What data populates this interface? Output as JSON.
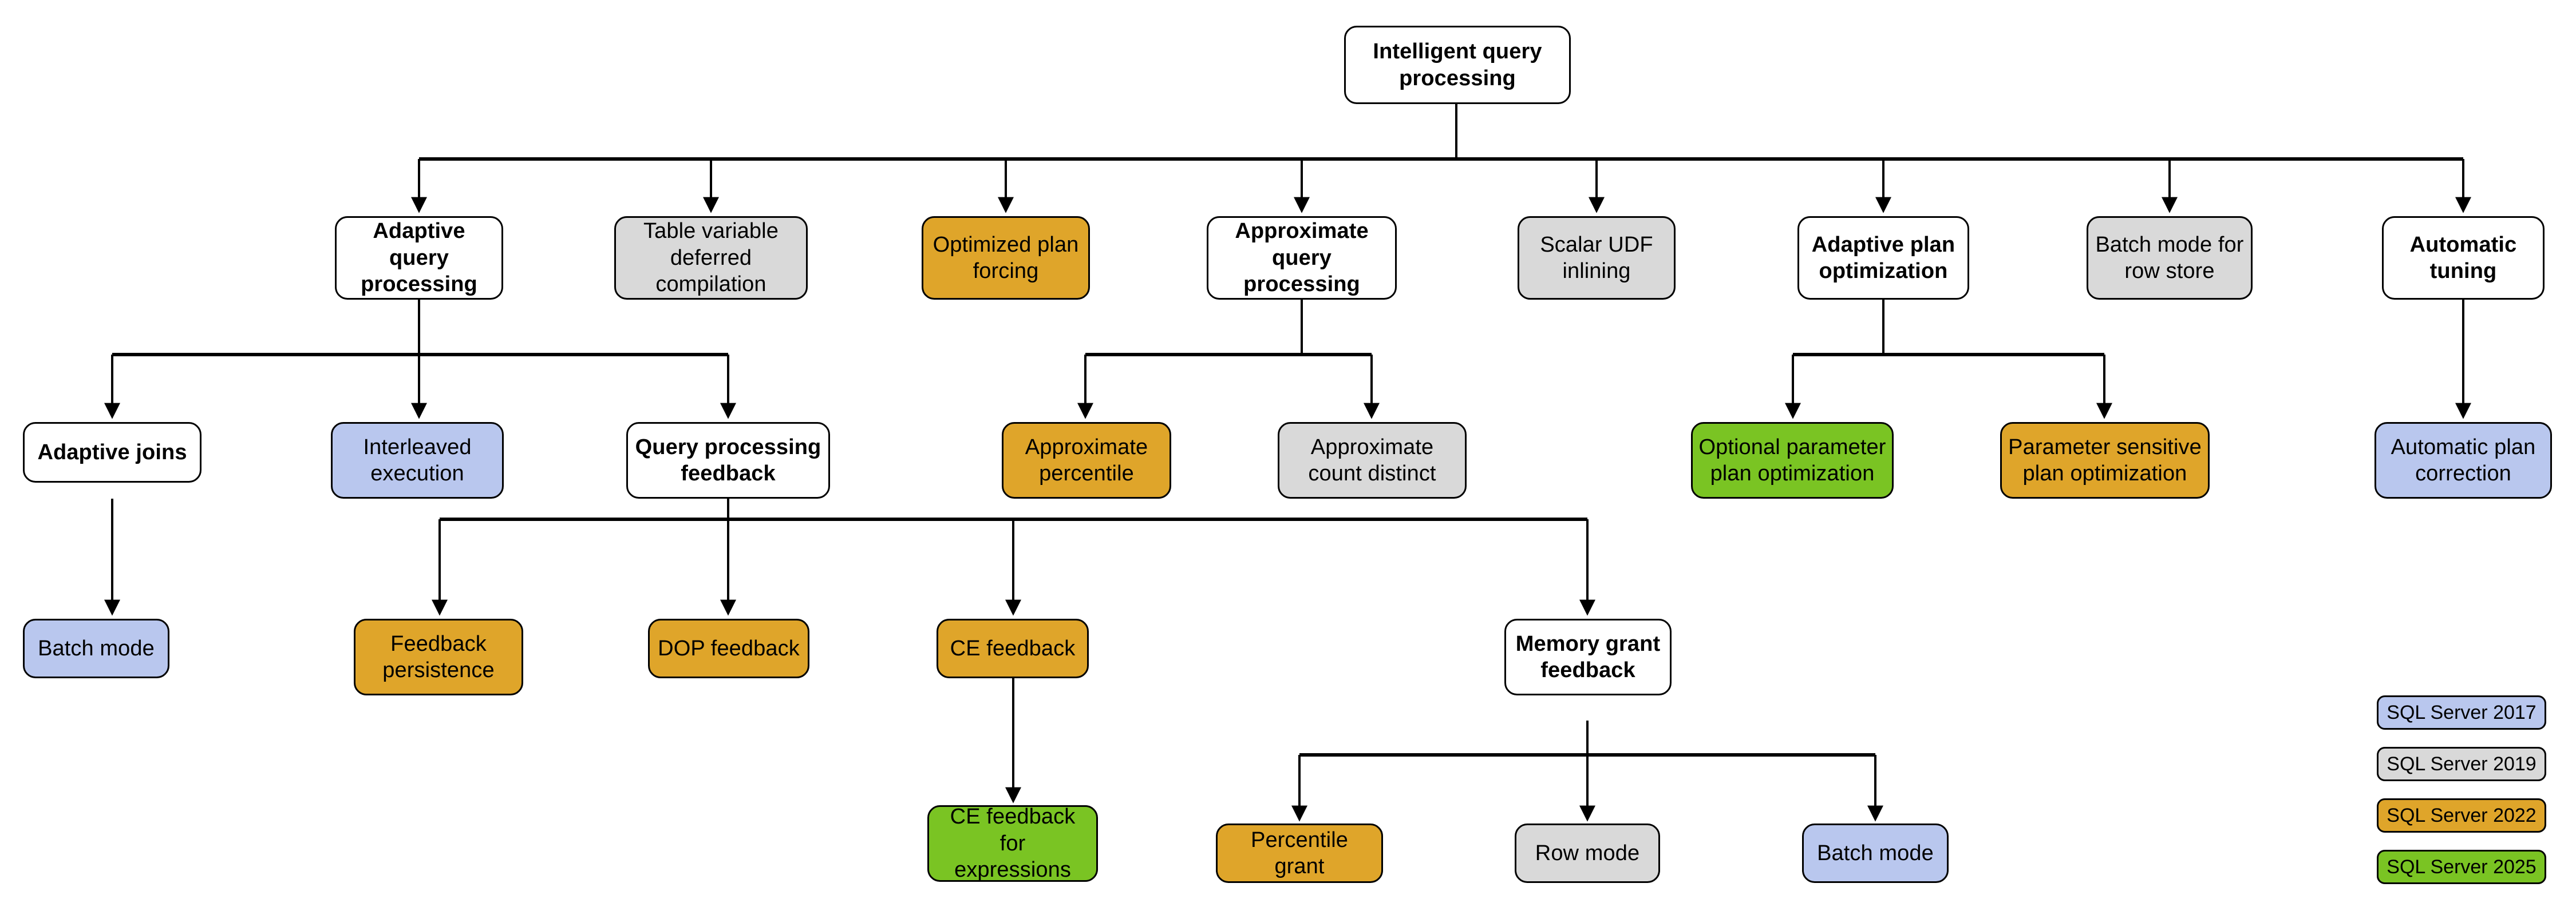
{
  "diagram": {
    "title": "Intelligent query processing",
    "palette": {
      "white": "#ffffff",
      "gray": "#d9d9d9",
      "blue": "#b9c7ee",
      "gold": "#dfa52a",
      "green": "#7ac423",
      "stroke": "#000000"
    },
    "root": {
      "label": "Intelligent query\nprocessing",
      "color": "white",
      "bold": true
    },
    "level1": [
      {
        "id": "adaptive-query-processing",
        "label": "Adaptive query\nprocessing",
        "color": "white",
        "bold": true
      },
      {
        "id": "table-variable-deferred-compilation",
        "label": "Table variable\ndeferred compilation",
        "color": "gray",
        "bold": false
      },
      {
        "id": "optimized-plan-forcing",
        "label": "Optimized plan\nforcing",
        "color": "gold",
        "bold": false
      },
      {
        "id": "approximate-query-processing",
        "label": "Approximate\nquery processing",
        "color": "white",
        "bold": true
      },
      {
        "id": "scalar-udf-inlining",
        "label": "Scalar UDF\ninlining",
        "color": "gray",
        "bold": false
      },
      {
        "id": "adaptive-plan-optimization",
        "label": "Adaptive plan\noptimization",
        "color": "white",
        "bold": true
      },
      {
        "id": "batch-mode-for-row-store",
        "label": "Batch mode for\nrow store",
        "color": "gray",
        "bold": false
      },
      {
        "id": "automatic-tuning",
        "label": "Automatic\ntuning",
        "color": "white",
        "bold": true
      }
    ],
    "level2": [
      {
        "id": "adaptive-joins",
        "label": "Adaptive joins",
        "color": "white",
        "bold": true
      },
      {
        "id": "interleaved-execution",
        "label": "Interleaved\nexecution",
        "color": "blue",
        "bold": false
      },
      {
        "id": "query-processing-feedback",
        "label": "Query processing\nfeedback",
        "color": "white",
        "bold": true
      },
      {
        "id": "approximate-percentile",
        "label": "Approximate\npercentile",
        "color": "gold",
        "bold": false
      },
      {
        "id": "approximate-count-distinct",
        "label": "Approximate\ncount distinct",
        "color": "gray",
        "bold": false
      },
      {
        "id": "optional-parameter-plan-optimization",
        "label": "Optional parameter\nplan optimization",
        "color": "green",
        "bold": false
      },
      {
        "id": "parameter-sensitive-plan-optimization",
        "label": "Parameter sensitive\nplan optimization",
        "color": "gold",
        "bold": false
      },
      {
        "id": "automatic-plan-correction",
        "label": "Automatic plan\ncorrection",
        "color": "blue",
        "bold": false
      }
    ],
    "level3": [
      {
        "id": "batch-mode",
        "label": "Batch mode",
        "color": "blue",
        "bold": false
      },
      {
        "id": "feedback-persistence",
        "label": "Feedback\npersistence",
        "color": "gold",
        "bold": false
      },
      {
        "id": "dop-feedback",
        "label": "DOP feedback",
        "color": "gold",
        "bold": false
      },
      {
        "id": "ce-feedback",
        "label": "CE feedback",
        "color": "gold",
        "bold": false
      },
      {
        "id": "memory-grant-feedback",
        "label": "Memory grant\nfeedback",
        "color": "white",
        "bold": true
      }
    ],
    "level4": [
      {
        "id": "ce-feedback-for-expressions",
        "label": "CE feedback for\nexpressions",
        "color": "green",
        "bold": false
      },
      {
        "id": "percentile-grant",
        "label": "Percentile grant",
        "color": "gold",
        "bold": false
      },
      {
        "id": "row-mode",
        "label": "Row mode",
        "color": "gray",
        "bold": false
      },
      {
        "id": "batch-mode-mgf",
        "label": "Batch mode",
        "color": "blue",
        "bold": false
      }
    ],
    "legend": [
      {
        "id": "legend-sql-server-2017",
        "label": "SQL Server 2017",
        "color": "blue"
      },
      {
        "id": "legend-sql-server-2019",
        "label": "SQL Server 2019",
        "color": "gray"
      },
      {
        "id": "legend-sql-server-2022",
        "label": "SQL Server 2022",
        "color": "gold"
      },
      {
        "id": "legend-sql-server-2025",
        "label": "SQL Server 2025",
        "color": "green"
      }
    ]
  }
}
